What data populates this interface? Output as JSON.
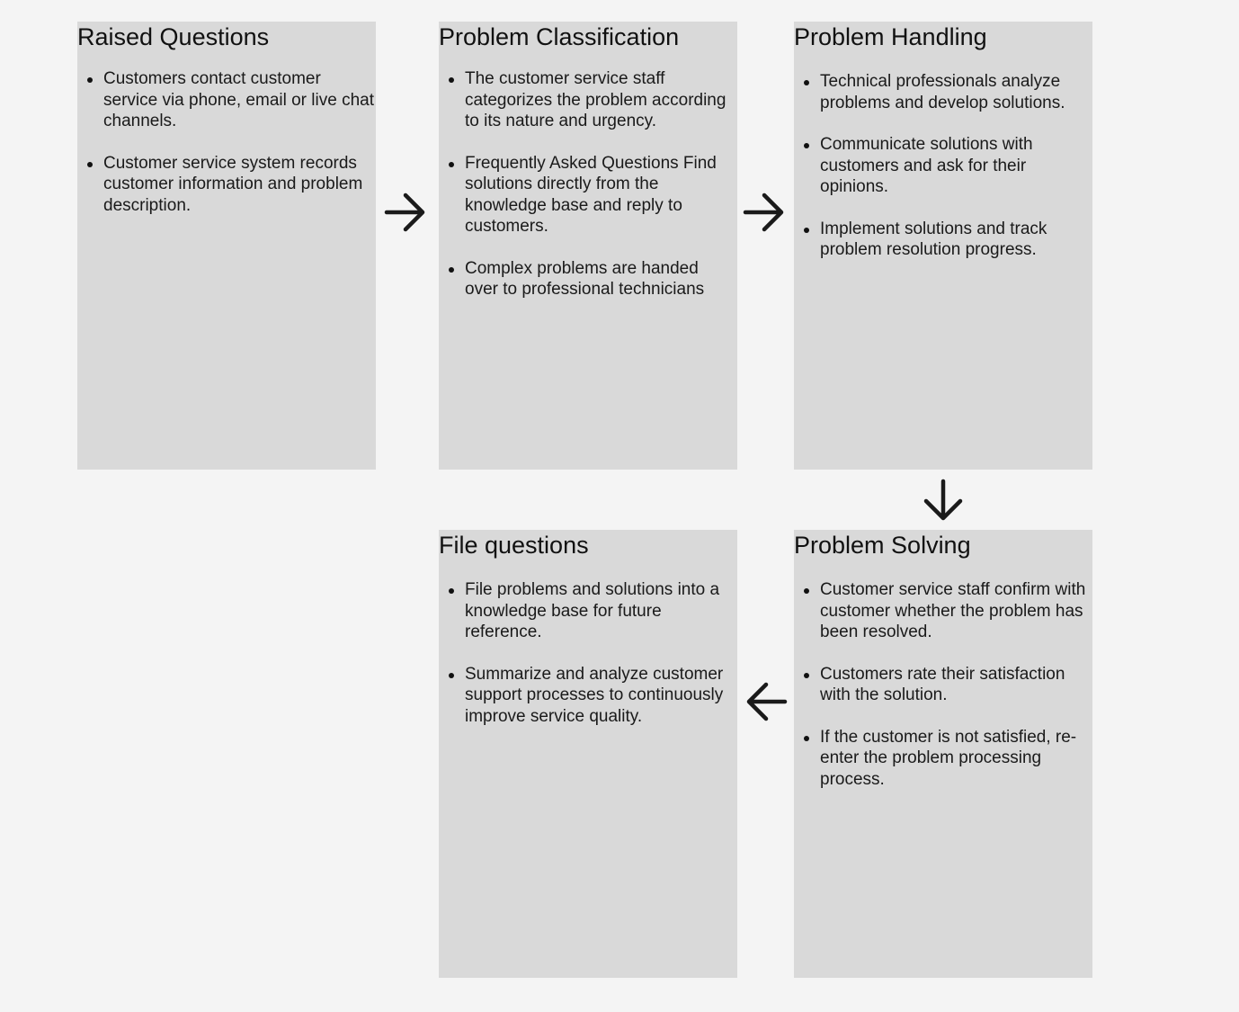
{
  "cards": [
    {
      "title": "Raised Questions",
      "items": [
        "Customers contact customer service via phone, email or live chat channels.",
        "Customer service system records customer information and problem description."
      ]
    },
    {
      "title": "Problem Classification",
      "items": [
        "The customer service staff categorizes the problem according to its nature and urgency.",
        "Frequently Asked Questions Find solutions directly from the knowledge base and reply to customers.",
        "Complex problems are handed over to professional technicians"
      ]
    },
    {
      "title": "Problem Handling",
      "items": [
        "Technical professionals analyze problems and develop solutions.",
        "Communicate solutions with customers and ask for their opinions.",
        "Implement solutions and track problem resolution progress."
      ]
    },
    {
      "title": "Problem Solving",
      "items": [
        "Customer service staff confirm with customer whether the problem has been resolved.",
        "Customers rate their satisfaction with the solution.",
        "If the customer is not satisfied, re-enter the problem processing process."
      ]
    },
    {
      "title": "File questions",
      "items": [
        "File problems and solutions into a knowledge base for future reference.",
        "Summarize and analyze customer support processes to continuously improve service quality."
      ]
    }
  ],
  "arrows": [
    {
      "icon": "arrow-right-icon"
    },
    {
      "icon": "arrow-right-icon"
    },
    {
      "icon": "arrow-down-icon"
    },
    {
      "icon": "arrow-left-icon"
    }
  ]
}
